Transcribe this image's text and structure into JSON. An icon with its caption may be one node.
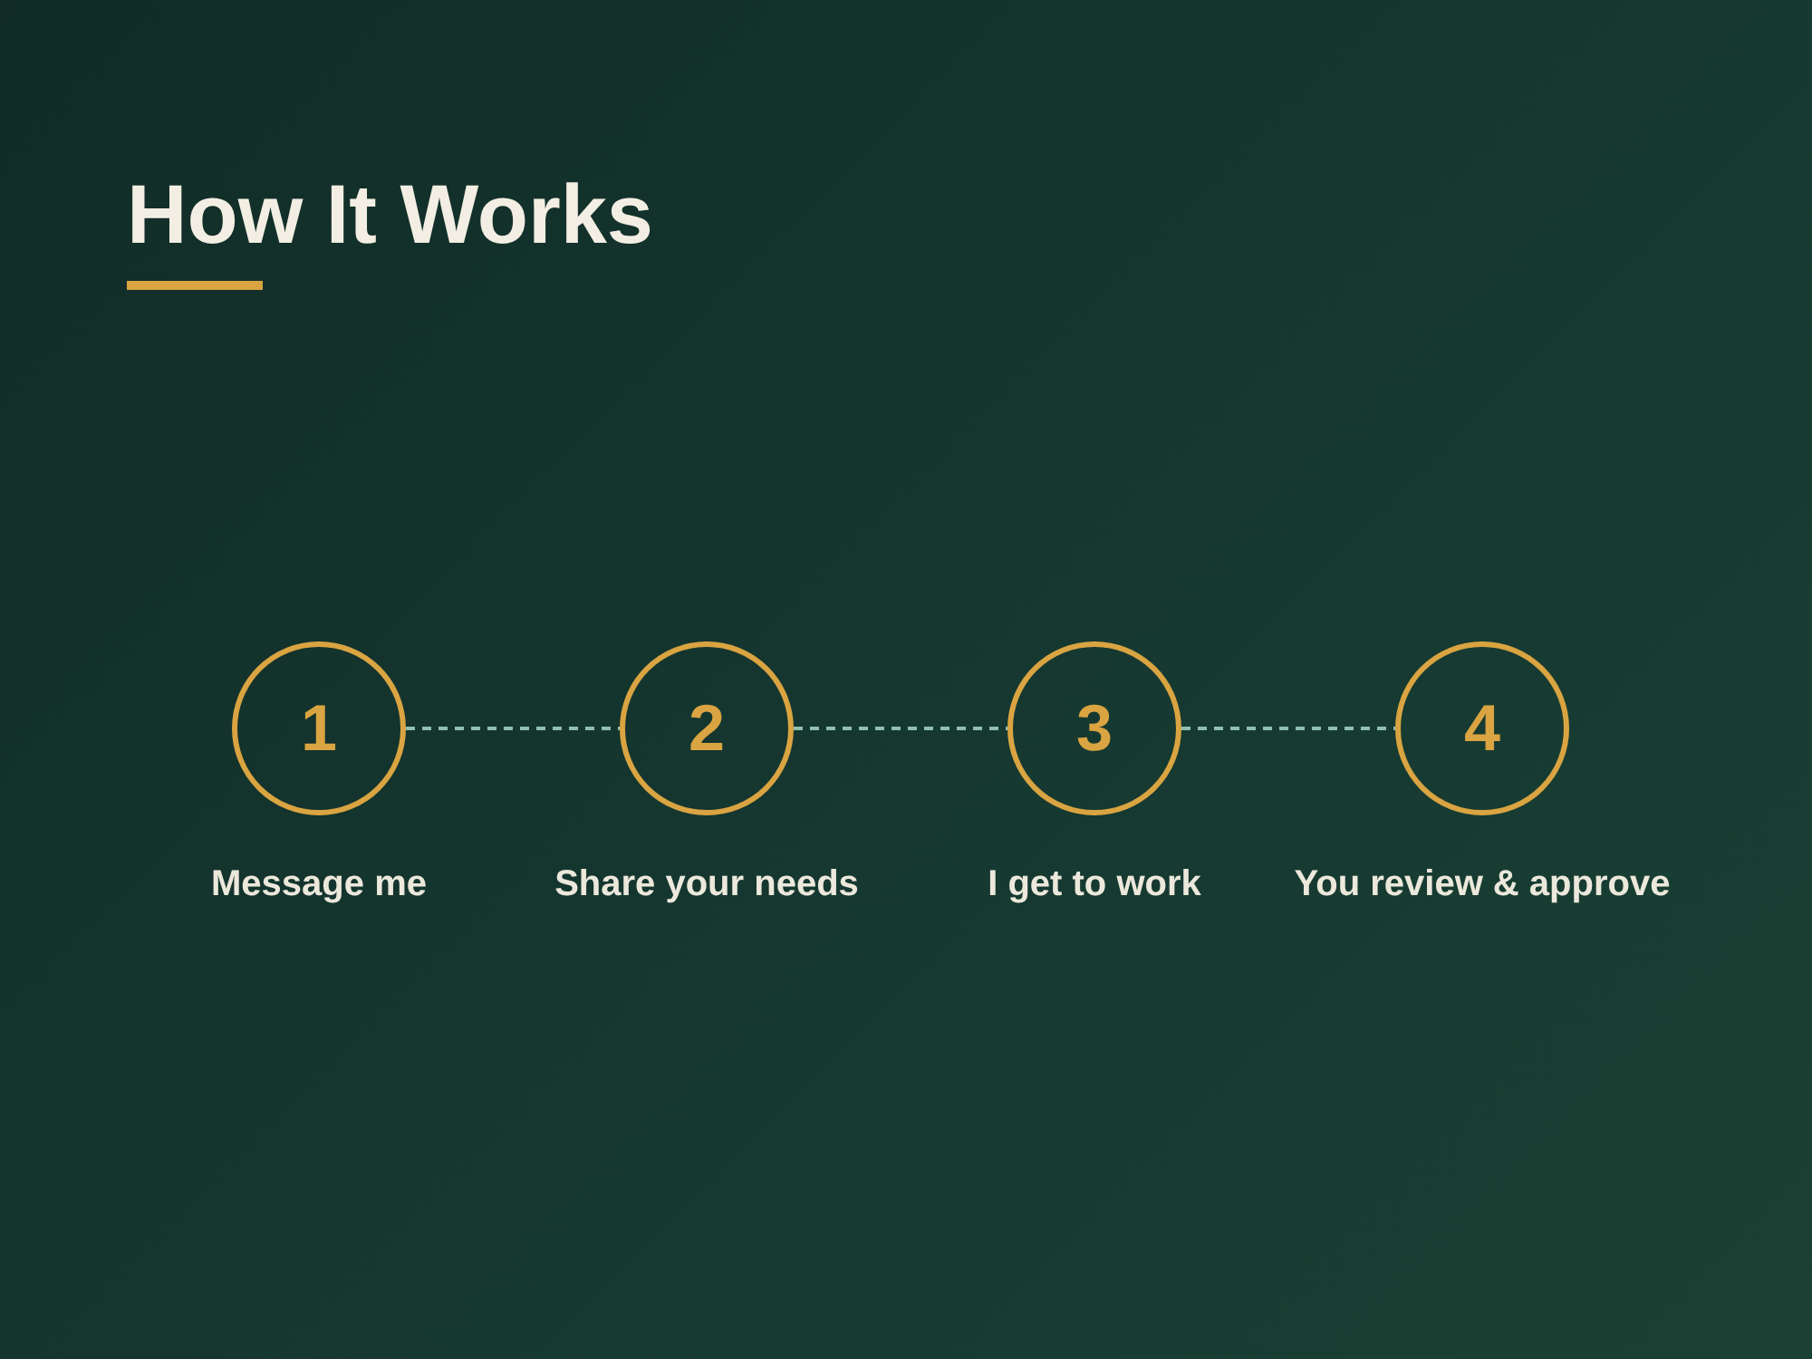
{
  "diagram": {
    "title": "How It Works",
    "nodes": [
      {
        "text": [
          "1"
        ],
        "beside": [
          "Message me"
        ]
      },
      {
        "text": [
          "2"
        ],
        "beside": [
          "Share your needs"
        ]
      },
      {
        "text": [
          "3"
        ],
        "beside": [
          "I get to work"
        ]
      },
      {
        "text": [
          "4"
        ],
        "beside": [
          "You review & approve"
        ]
      }
    ],
    "edges": [
      {
        "from": 0,
        "to": 1,
        "arrow": "none",
        "style": "dashed"
      },
      {
        "from": 1,
        "to": 2,
        "arrow": "none",
        "style": "dashed"
      },
      {
        "from": 2,
        "to": 3,
        "arrow": "none",
        "style": "dashed"
      }
    ]
  }
}
